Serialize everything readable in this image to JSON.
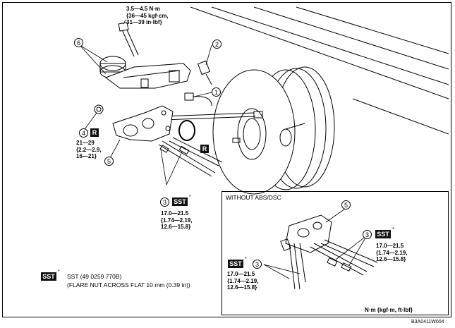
{
  "torque_top": {
    "l1": "3.5—4.5 N·m",
    "l2": "{36—45 kgf·cm,",
    "l3": "31—39 in·lbf}"
  },
  "callouts": {
    "c6": "6",
    "c2": "2",
    "c1": "1",
    "c4": "4",
    "c5": "5",
    "c3": "3",
    "inset_c5": "5",
    "inset_c3_right": "3",
    "inset_c3_left": "3"
  },
  "badges": {
    "r": "R",
    "sst": "SST",
    "star": "*"
  },
  "torque_4": {
    "l1": "21—29",
    "l2": "{2.2—2.9,",
    "l3": "16—21}"
  },
  "torque_3": {
    "l1": "17.0—21.5",
    "l2": "{1.74—2.19,",
    "l3": "12.6—15.8}"
  },
  "inset": {
    "title": "WITHOUT ABS/DSC",
    "torque_right": {
      "l1": "17.0—21.5",
      "l2": "{1.74—2.19,",
      "l3": "12.6—15.8}"
    },
    "torque_left": {
      "l1": "17.0—21.5",
      "l2": "{1.74—2.19,",
      "l3": "12.6—15.8}"
    }
  },
  "legend": {
    "sst_note": "SST (49 0259 770B)",
    "flare_note": "(FLARE NUT ACROSS FLAT 10 mm (0.39 in))"
  },
  "units": "N·m {kgf·m, ft·lbf}",
  "figure_code": "B3A0411W004"
}
